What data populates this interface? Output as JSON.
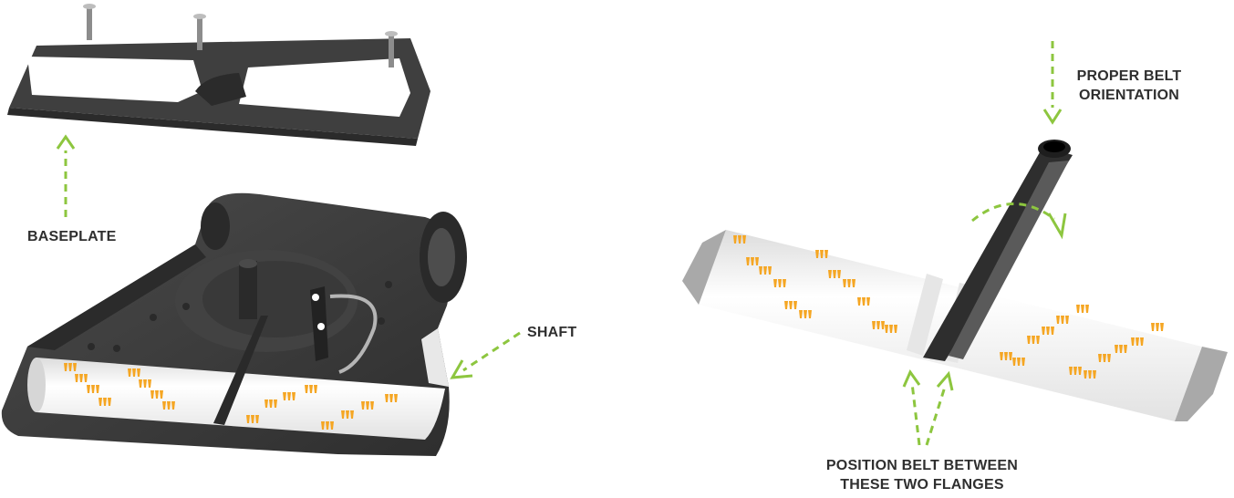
{
  "labels": {
    "baseplate": "BASEPLATE",
    "shaft": "SHAFT",
    "proper_belt_line1": "PROPER BELT",
    "proper_belt_line2": "ORIENTATION",
    "position_belt_line1": "POSITION BELT BETWEEN",
    "position_belt_line2": "THESE TWO FLANGES"
  },
  "colors": {
    "arrow": "#8dc63f",
    "housing_dark": "#3a3a3a",
    "housing_mid": "#4a4a4a",
    "roller": "#f4f4f4",
    "bristle": "#f5a623",
    "end_cap": "#a9a9a9",
    "text": "#2f2f2f"
  }
}
